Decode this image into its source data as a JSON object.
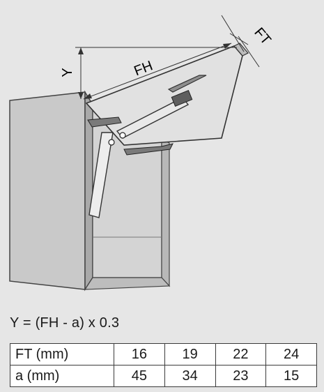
{
  "diagram": {
    "label_y": "Y",
    "label_fh": "FH",
    "label_ft": "FT"
  },
  "formula": "Y = (FH - a) x 0.3",
  "table": {
    "rows": [
      {
        "header": "FT (mm)",
        "values": [
          "16",
          "19",
          "22",
          "24"
        ]
      },
      {
        "header": "a (mm)",
        "values": [
          "45",
          "34",
          "23",
          "15"
        ]
      }
    ]
  }
}
